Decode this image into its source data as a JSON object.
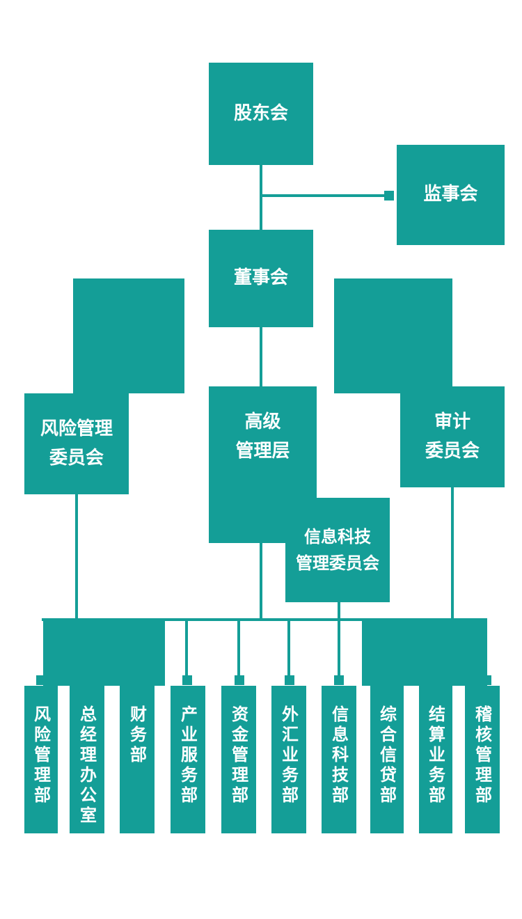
{
  "colors": {
    "teal": "#149e97",
    "text_on_teal": "#ffffff",
    "background": "#ffffff"
  },
  "nodes": {
    "shareholders": "股东会",
    "supervisors": "监事会",
    "directors": "董事会",
    "risk_committee": "风险管理\n委员会",
    "senior_management": "高级\n管理层",
    "audit_committee": "审计\n委员会",
    "it_committee": "信息科技\n管理委员会"
  },
  "departments": [
    "风险管理部",
    "总经理办公室",
    "财务部",
    "产业服务部",
    "资金管理部",
    "外汇业务部",
    "信息科技部",
    "综合信贷部",
    "结算业务部",
    "稽核管理部"
  ]
}
